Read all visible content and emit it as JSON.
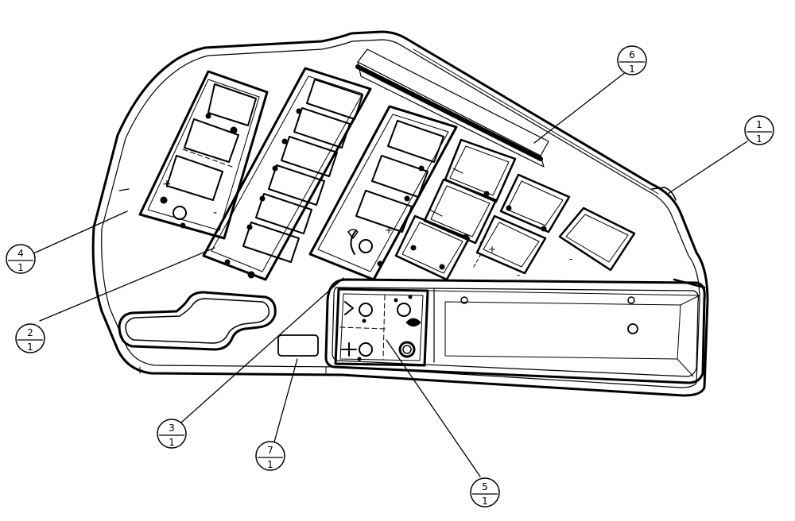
{
  "balloons": [
    {
      "id": "1",
      "num": "1",
      "qty": "1"
    },
    {
      "id": "2",
      "num": "2",
      "qty": "1"
    },
    {
      "id": "3",
      "num": "3",
      "qty": "1"
    },
    {
      "id": "4",
      "num": "4",
      "qty": "1"
    },
    {
      "id": "5",
      "num": "5",
      "qty": "1"
    },
    {
      "id": "6",
      "num": "6",
      "qty": "1"
    },
    {
      "id": "7",
      "num": "7",
      "qty": "1"
    }
  ],
  "panel_symbols": {
    "plus": "+",
    "minus": "-"
  },
  "colors": {
    "line": "#000000",
    "background": "#ffffff"
  }
}
